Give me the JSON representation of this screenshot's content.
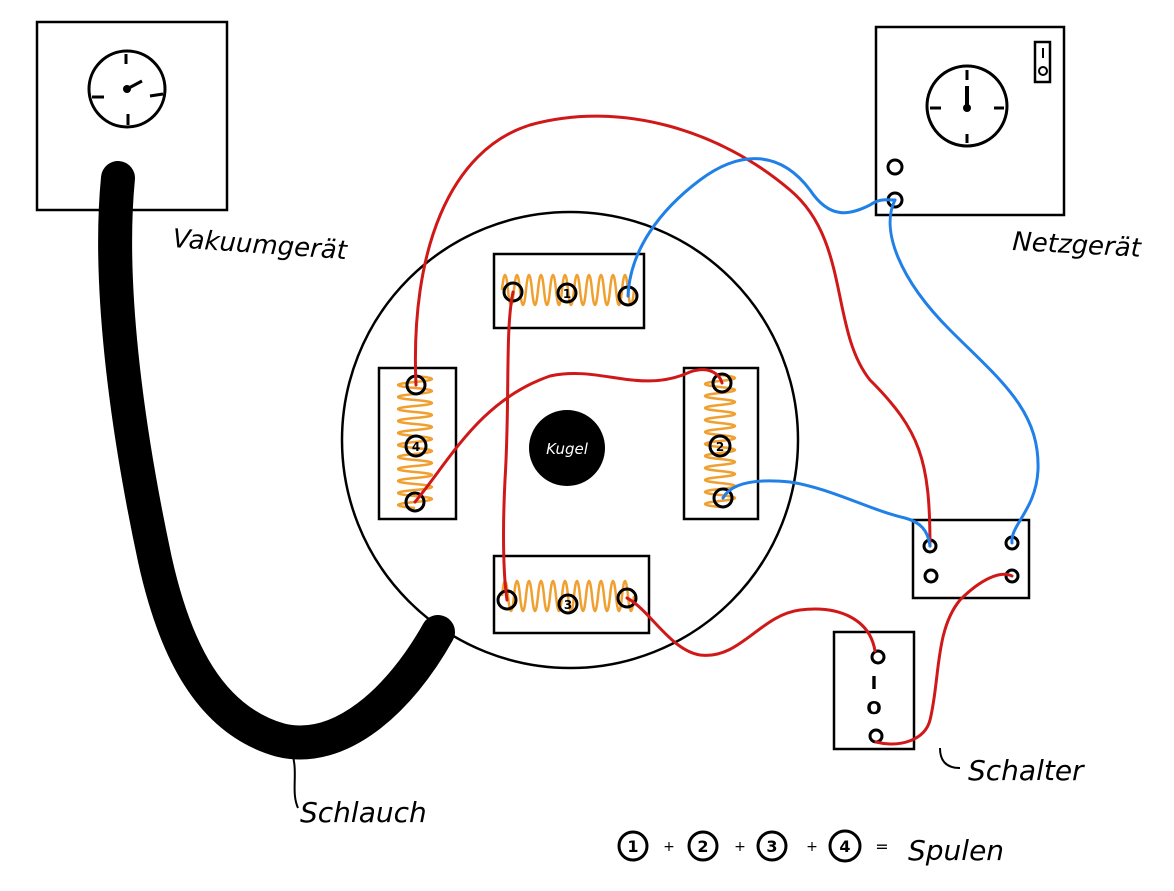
{
  "labels": {
    "vacuum_device": "Vakuumgerät",
    "power_supply": "Netzgerät",
    "hose": "Schlauch",
    "switch": "Schalter",
    "ball": "Kugel",
    "legend_text": "Spulen",
    "switch_on": "I",
    "switch_off": "O"
  },
  "coils": [
    {
      "number": "1"
    },
    {
      "number": "2"
    },
    {
      "number": "3"
    },
    {
      "number": "4"
    }
  ],
  "legend": {
    "numbers": [
      "1",
      "2",
      "3",
      "4"
    ],
    "plus": "+",
    "equals": "="
  },
  "colors": {
    "coil_winding": "#f0a030",
    "wire_red": "#d01818",
    "wire_blue": "#2080e8",
    "ink": "#000000"
  }
}
